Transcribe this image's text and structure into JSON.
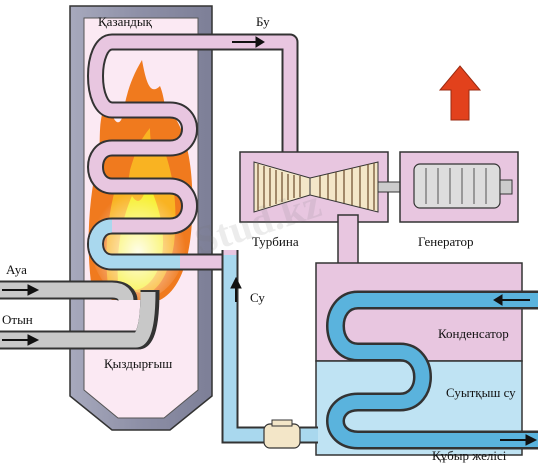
{
  "labels": {
    "boiler": "Қазандық",
    "steam": "Бу",
    "turbine": "Турбина",
    "generator": "Генератор",
    "air": "Ауа",
    "fuel": "Отын",
    "heater": "Қыздырғыш",
    "water": "Су",
    "condenser": "Конденсатор",
    "cooling_water": "Суытқыш су",
    "pipeline": "Құбыр желісі"
  },
  "watermark": "Stud.kz",
  "colors": {
    "steam_pipe": "#e8c6e0",
    "water_pipe": "#a9d8ee",
    "cooling_pipe": "#5ab3dd",
    "boiler_wall": "#8e90a6",
    "fire_outer": "#f07a1e",
    "fire_inner": "#f7ef2a",
    "output_arrow": "#e2411c"
  }
}
